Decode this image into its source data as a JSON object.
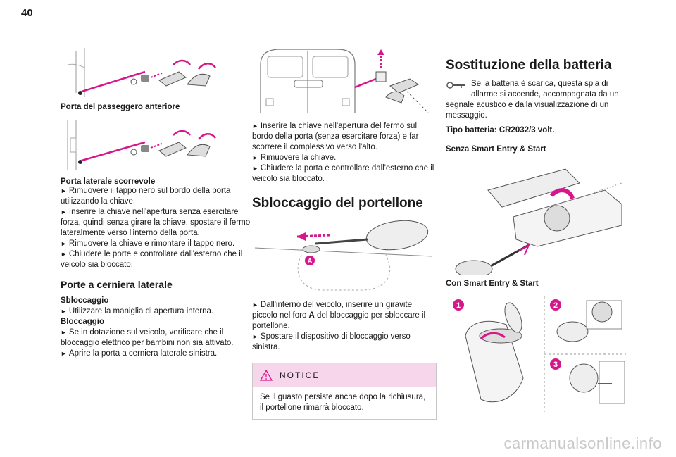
{
  "page": {
    "number": "40"
  },
  "col1": {
    "fig1_caption": "Porta del passeggero anteriore",
    "fig2_caption": "Porta laterale scorrevole",
    "steps": [
      "Rimuovere il tappo nero sul bordo della porta utilizzando la chiave.",
      "Inserire la chiave nell'apertura senza esercitare forza, quindi senza girare la chiave, spostare il fermo lateralmente verso l'interno della porta.",
      "Rimuovere la chiave e rimontare il tappo nero.",
      "Chiudere le porte e controllare dall'esterno che il veicolo sia bloccato."
    ],
    "hinged_title": "Porte a cerniera laterale",
    "unlock_label": "Sbloccaggio",
    "unlock_step": "Utilizzare la maniglia di apertura interna.",
    "lock_label": "Bloccaggio",
    "lock_steps": [
      "Se in dotazione sul veicolo, verificare che il bloccaggio elettrico per bambini non sia attivato.",
      "Aprire la porta a cerniera laterale sinistra."
    ]
  },
  "col2": {
    "steps": [
      "Inserire la chiave nell'apertura del fermo sul bordo della porta (senza esercitare forza) e far scorrere il complessivo verso l'alto.",
      "Rimuovere la chiave.",
      "Chiudere la porta e controllare dall'esterno che il veicolo sia bloccato."
    ],
    "tailgate_title": "Sbloccaggio del portellone",
    "fig_label": "A",
    "tailgate_step1_pre": "Dall'interno del veicolo, inserire un giravite piccolo nel foro ",
    "tailgate_step1_bold": "A",
    "tailgate_step1_post": " del bloccaggio per sbloccare il portellone.",
    "tailgate_step2": "Spostare il dispositivo di bloccaggio verso sinistra.",
    "notice_title": "NOTICE",
    "notice_text": "Se il guasto persiste anche dopo la richiusura, il portellone rimarrà bloccato."
  },
  "col3": {
    "title": "Sostituzione della batteria",
    "battery_text1": "Se la batteria è scarica, questa spia di allarme si accende, accompagnata da un",
    "battery_text2": "segnale acustico e dalla visualizzazione di un messaggio.",
    "battery_type": "Tipo batteria: CR2032/3 volt.",
    "without_smart": "Senza Smart Entry & Start",
    "with_smart": "Con Smart Entry & Start",
    "badges": [
      "1",
      "2",
      "3"
    ]
  },
  "watermark": "carmanualsonline.info",
  "colors": {
    "magenta": "#d6168b",
    "notice_bg": "#f7d6ec",
    "rule": "#9a9a9a"
  }
}
